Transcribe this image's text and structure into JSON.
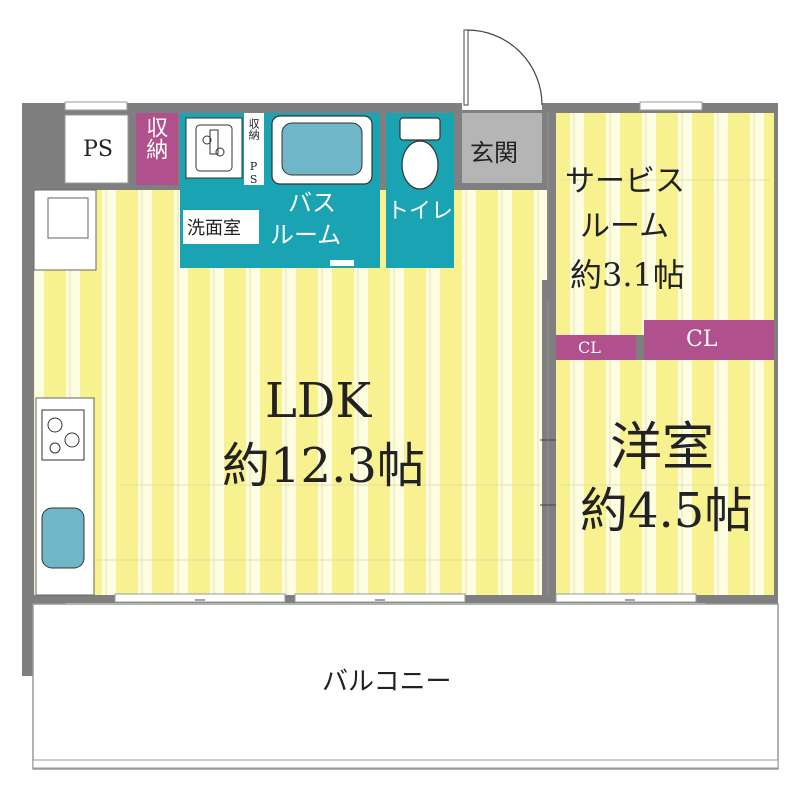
{
  "colors": {
    "wall": "#7f7f80",
    "floor_light": "#fdfde0",
    "floor_stripe": "#f6f08c",
    "teal": "#1aa3b3",
    "closet": "#b0508c",
    "entrance": "#b5b5b5",
    "balcony": "#ffffff"
  },
  "rooms": {
    "ps": "PS",
    "storage": "収納",
    "small_storage": "収納",
    "small_ps": "PS",
    "washroom": "洗面室",
    "bath_line1": "バス",
    "bath_line2": "ルーム",
    "toilet": "トイレ",
    "genkan": "玄関",
    "service_line1": "サービス",
    "service_line2": "ルーム",
    "service_size": "約3.1帖",
    "cl1": "CL",
    "cl2": "CL",
    "ldk": "LDK",
    "ldk_size": "約12.3帖",
    "western": "洋室",
    "western_size": "約4.5帖",
    "balcony": "バルコニー"
  }
}
